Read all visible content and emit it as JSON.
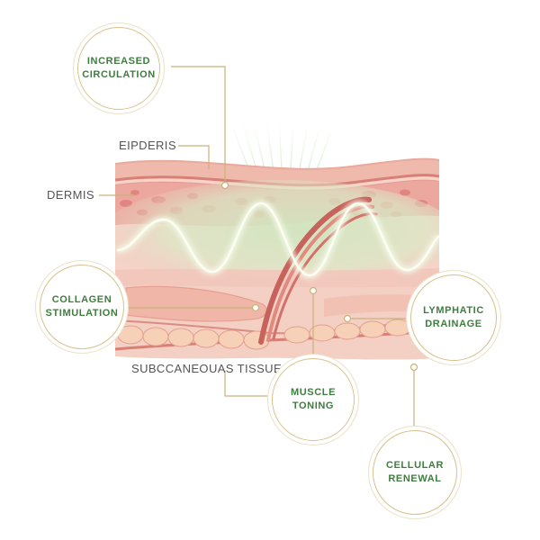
{
  "layers": {
    "epidermis": "EIPDERIS",
    "dermis": "DERMIS",
    "subcutaneous": "SUBCCANEOUAS TISSUE"
  },
  "callouts": {
    "increased_circulation": "INCREASED CIRCULATION",
    "collagen_stimulation": "COLLAGEN STIMULATION",
    "lymphatic_drainage": "LYMPHATIC DRAINAGE",
    "muscle_toning": "MUSCLE TONING",
    "cellular_renewal": "CELLULAR RENEWAL"
  },
  "colors": {
    "label_green": "#3f7d3f",
    "circle_border": "#d8c08a",
    "leader_line": "#c9b27a",
    "skin_pink": "#f1c6bc",
    "dermis_rose": "#e9a7a0",
    "wave_glow": "#f2fbe9",
    "fat_cells": "#f6cdb4"
  }
}
